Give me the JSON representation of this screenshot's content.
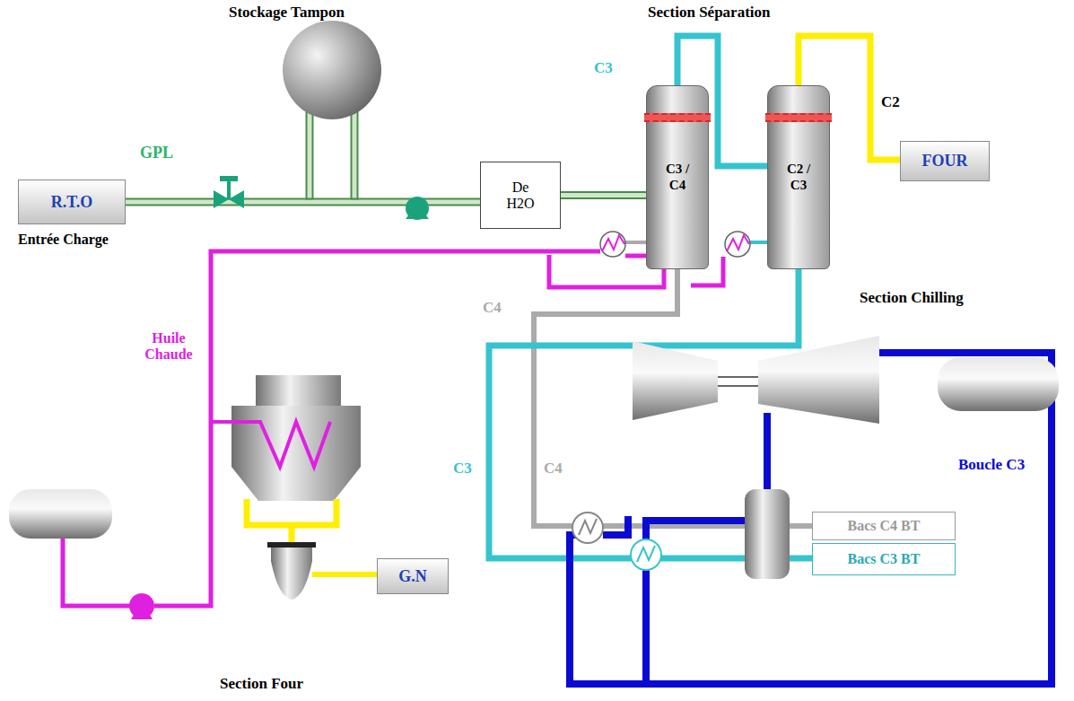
{
  "diagram": {
    "nodes": [
      {
        "text": [
          "R.T.O"
        ]
      },
      {
        "text": [
          "De H2O"
        ]
      },
      {
        "text": [
          "C3 / C4"
        ]
      },
      {
        "text": [
          "C2 / C3"
        ]
      },
      {
        "text": [
          "FOUR"
        ]
      },
      {
        "text": [
          "G.N"
        ]
      },
      {
        "text": [
          "Bacs C4 BT"
        ]
      },
      {
        "text": [
          "Bacs C3 BT"
        ]
      }
    ],
    "edges": [
      {
        "from": 0,
        "to": 1,
        "arrow": "none"
      },
      {
        "from": 1,
        "to": 2,
        "arrow": "none"
      },
      {
        "from": 2,
        "to": 3,
        "arrow": "none"
      },
      {
        "from": 3,
        "to": 4,
        "arrow": "none"
      },
      {
        "from": 2,
        "to": 6,
        "arrow": "none"
      },
      {
        "from": 3,
        "to": 7,
        "arrow": "none"
      }
    ],
    "labels": [
      "Stockage Tampon",
      "Section Séparation",
      "GPL",
      "Entrée Charge",
      "C3",
      "C2",
      "Huile Chaude",
      "C4",
      "C4",
      "C3",
      "Section Chilling",
      "Boucle C3",
      "Section Four"
    ]
  }
}
